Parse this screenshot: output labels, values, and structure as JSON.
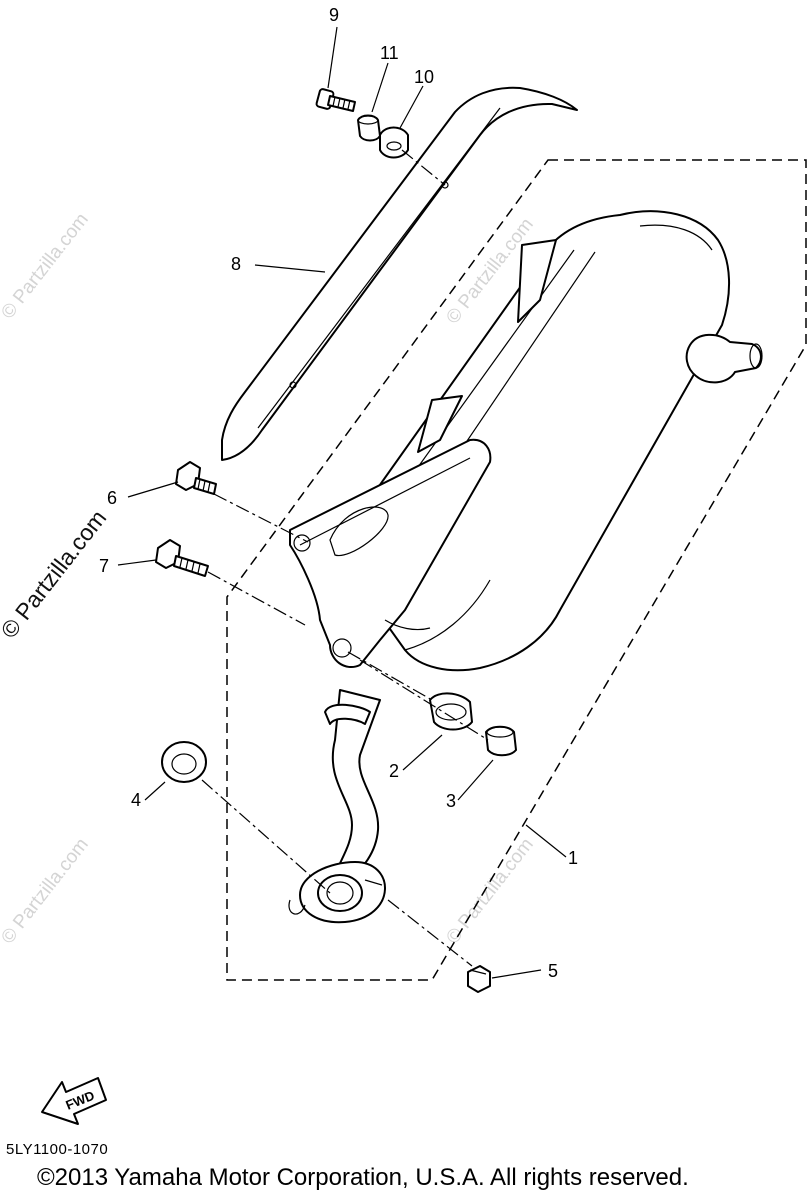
{
  "callouts": {
    "c1": "1",
    "c2": "2",
    "c3": "3",
    "c4": "4",
    "c5": "5",
    "c6": "6",
    "c7": "7",
    "c8": "8",
    "c9": "9",
    "c10": "10",
    "c11": "11"
  },
  "forward_arrow_label": "FWD",
  "watermark": "© Partzilla.com",
  "catalog_code": "5LY1100-1070",
  "copyright": "©2013  Yamaha Motor Corporation, U.S.A. All rights reserved."
}
